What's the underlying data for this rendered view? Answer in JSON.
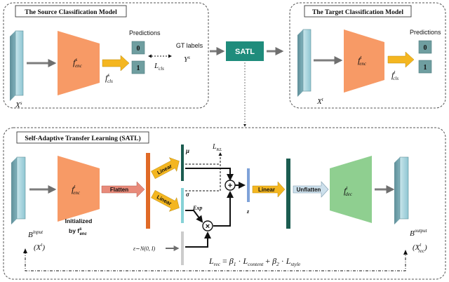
{
  "source_model": {
    "title": "The Source Classification Model",
    "input": "X",
    "input_sup": "s",
    "encoder": "f",
    "encoder_sub": "enc",
    "encoder_sup": "s",
    "classifier": "f",
    "classifier_sub": "cls",
    "classifier_sup": "s",
    "predictions_label": "Predictions",
    "pred_0": "0",
    "pred_1": "1",
    "loss": "L",
    "loss_sub": "cls",
    "gt_label": "GT labels",
    "gt_symbol": "Y",
    "gt_sup": "s"
  },
  "satl_block": {
    "label": "SATL"
  },
  "target_model": {
    "title": "The Target Classification Model",
    "input": "X",
    "input_sup": "t",
    "encoder": "f",
    "encoder_sub": "enc",
    "encoder_sup": "t",
    "classifier": "f",
    "classifier_sub": "cls",
    "classifier_sup": "t",
    "predictions_label": "Predictions",
    "pred_0": "0",
    "pred_1": "1"
  },
  "satl_detail": {
    "title": "Self-Adaptive Transfer Learning (SATL)",
    "input": "B",
    "input_sup": "input",
    "input_alias": "(X",
    "input_alias_sup": "t",
    "input_alias_close": ")",
    "encoder": "f",
    "encoder_sub": "enc",
    "encoder_sup": "t",
    "init_line1": "Initialized",
    "init_line2": "by f",
    "init_sub": "enc",
    "init_sup": "s",
    "flatten": "Flatten",
    "linear_mu": "Linear",
    "linear_sigma": "Linear",
    "mu": "μ",
    "sigma": "σ",
    "kl": "L",
    "kl_sub": "KL",
    "exp": "Exp",
    "plus": "+",
    "times": "×",
    "z": "z",
    "linear_z": "Linear",
    "unflatten": "Unflatten",
    "decoder": "f",
    "decoder_sub": "dec",
    "decoder_sup": "t",
    "epsilon": "ε∼N(0, I)",
    "output": "B",
    "output_sup": "output",
    "output_alias": "(X",
    "output_alias_sub": "rec",
    "output_alias_sup": "t",
    "output_alias_close": ")",
    "loss_lhs": "L",
    "loss_lhs_sub": "rec",
    "loss_eq": " = ",
    "beta1": "β",
    "beta1_sub": "1",
    "dot1": " · ",
    "lcontent": "L",
    "lcontent_sub": "content",
    "plus_term": " + ",
    "beta2": "β",
    "beta2_sub": "2",
    "dot2": " · ",
    "lstyle": "L",
    "lstyle_sub": "style"
  },
  "colors": {
    "encoder": "#f79a66",
    "decoder": "#8fcf90",
    "satl": "#1f8c7c",
    "pred_box": "#6f9ea0",
    "flatten": "#e88a7a",
    "linear": "#f4b620",
    "unflatten": "#cde0ec",
    "vec_orange": "#e06a26",
    "vec_dark": "#1b5c50",
    "vec_cyan": "#86d2d6",
    "vec_blue": "#7fa2d8",
    "input_plate": "#a7d3dd",
    "arrow_gray": "#7d7d7d"
  }
}
